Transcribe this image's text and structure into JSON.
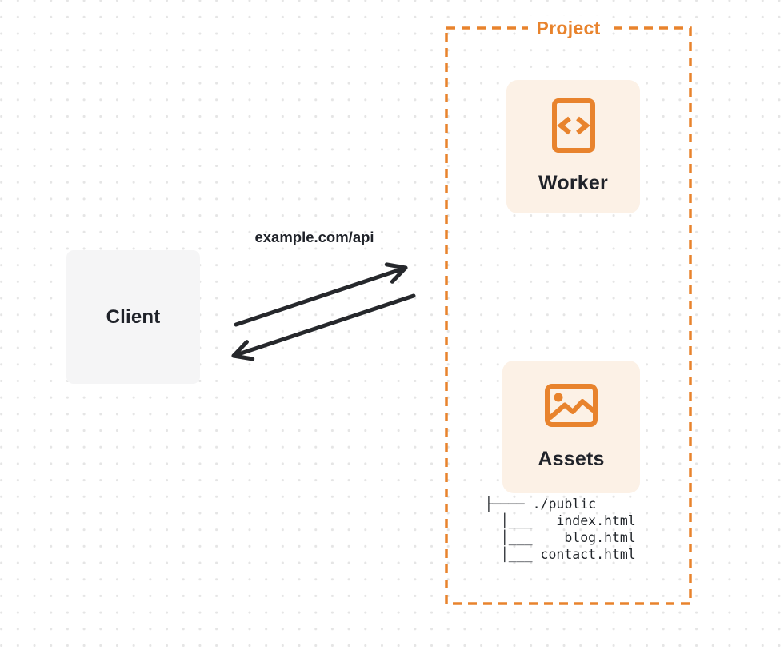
{
  "diagram": {
    "client": {
      "label": "Client"
    },
    "request_label": "example.com/api",
    "project": {
      "label": "Project",
      "cards": [
        {
          "id": "worker",
          "label": "Worker",
          "icon": "code-document-icon"
        },
        {
          "id": "assets",
          "label": "Assets",
          "icon": "image-icon"
        }
      ],
      "file_tree": [
        "├──── ./public",
        "  │___   index.html",
        "  │___    blog.html",
        "  │___ contact.html"
      ]
    },
    "colors": {
      "accent_orange": "#e8832d",
      "card_background": "#fcf1e6",
      "client_background": "#f5f5f6",
      "arrow": "#26282c",
      "text_dark": "#1f2229",
      "dot_grid": "#e5e5e5"
    }
  }
}
